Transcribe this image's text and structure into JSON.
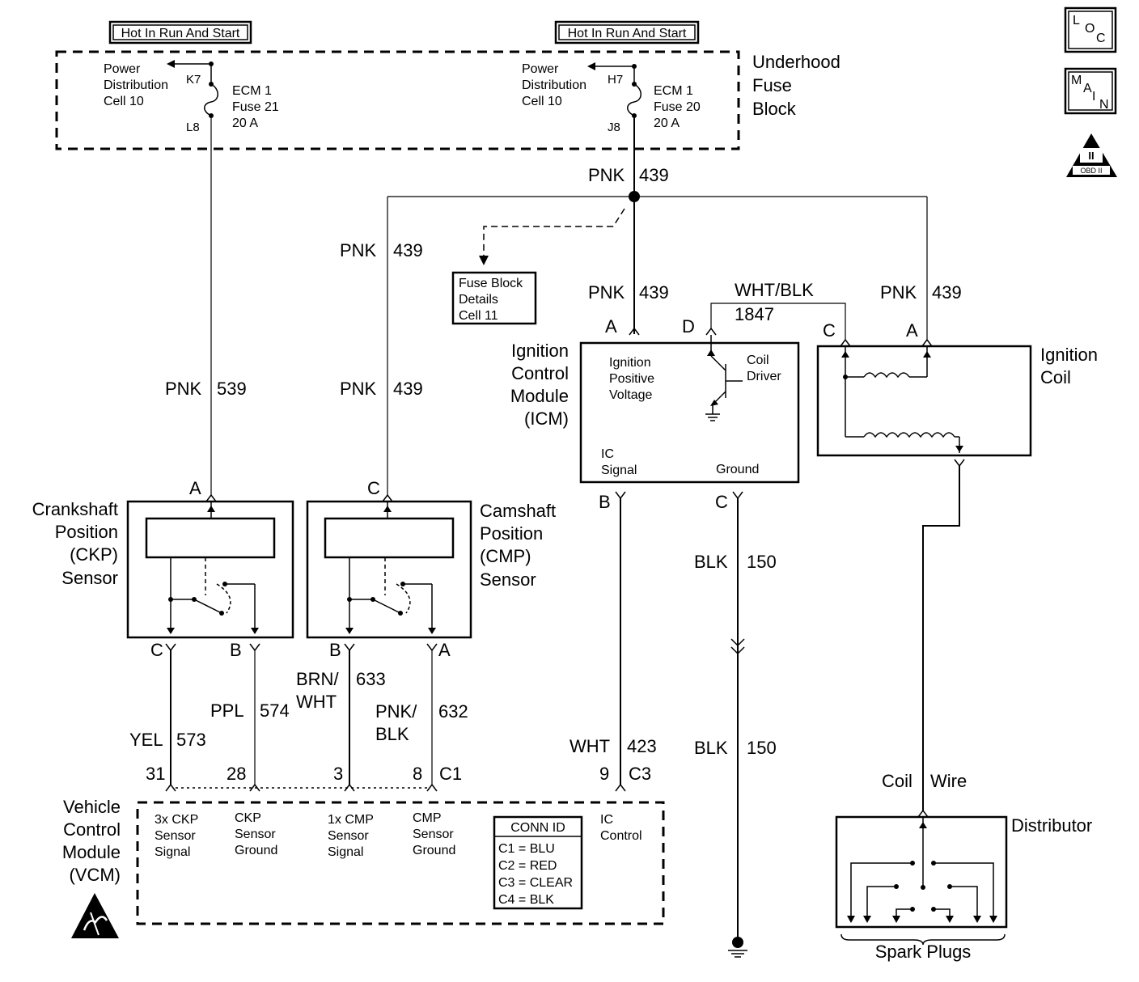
{
  "supply": {
    "left_tag": "Hot In Run And Start",
    "right_tag": "Hot In Run And Start",
    "block_title": [
      "Underhood",
      "Fuse",
      "Block"
    ],
    "left_ref": [
      "Power",
      "Distribution",
      "Cell 10"
    ],
    "right_ref": [
      "Power",
      "Distribution",
      "Cell 10"
    ],
    "left_fuse": [
      "ECM 1",
      "Fuse 21",
      "20 A"
    ],
    "right_fuse": [
      "ECM 1",
      "Fuse 20",
      "20 A"
    ],
    "left_pins": {
      "top": "K7",
      "bottom": "L8"
    },
    "right_pins": {
      "top": "H7",
      "bottom": "J8"
    }
  },
  "badges": {
    "loc": [
      "L",
      "O",
      "C"
    ],
    "main": [
      "M",
      "A",
      "I",
      "N"
    ],
    "obd": {
      "roman": "II",
      "label": "OBD II"
    }
  },
  "wires": {
    "pnk539": [
      "PNK",
      "539"
    ],
    "pnk439_main": [
      "PNK",
      "439"
    ],
    "pnk439_left": [
      "PNK",
      "439"
    ],
    "pnk439_left_low": [
      "PNK",
      "439"
    ],
    "pnk439_center": [
      "PNK",
      "439"
    ],
    "pnk439_right": [
      "PNK",
      "439"
    ],
    "wht_blk": [
      "WHT/BLK",
      "1847"
    ],
    "yel573": [
      "YEL",
      "573"
    ],
    "ppl574": [
      "PPL",
      "574"
    ],
    "brn_wht633": [
      "BRN/",
      "WHT",
      "633"
    ],
    "pnk_blk632": [
      "PNK/",
      "BLK",
      "632"
    ],
    "wht423": [
      "WHT",
      "423"
    ],
    "blk150_upper": [
      "BLK",
      "150"
    ],
    "blk150_lower": [
      "BLK",
      "150"
    ],
    "coil_wire": [
      "Coil",
      "Wire"
    ]
  },
  "fuse_details": [
    "Fuse Block",
    "Details",
    "Cell 11"
  ],
  "icm": {
    "title": [
      "Ignition",
      "Control",
      "Module",
      "(ICM)"
    ],
    "pos_voltage": [
      "Ignition",
      "Positive",
      "Voltage"
    ],
    "coil_driver": [
      "Coil",
      "Driver"
    ],
    "ic_signal": [
      "IC",
      "Signal"
    ],
    "ground": "Ground",
    "pins": {
      "a": "A",
      "d": "D",
      "b": "B",
      "c": "C"
    }
  },
  "coil": {
    "title": [
      "Ignition",
      "Coil"
    ],
    "pins": {
      "c": "C",
      "a": "A"
    }
  },
  "ckp": {
    "title": [
      "Crankshaft",
      "Position",
      "(CKP)",
      "Sensor"
    ],
    "pins": {
      "a": "A",
      "c": "C",
      "b": "B"
    }
  },
  "cmp": {
    "title": [
      "Camshaft",
      "Position",
      "(CMP)",
      "Sensor"
    ],
    "pins": {
      "c": "C",
      "b": "B",
      "a": "A"
    }
  },
  "vcm": {
    "title": [
      "Vehicle",
      "Control",
      "Module",
      "(VCM)"
    ],
    "terminals": {
      "t31": "31",
      "t28": "28",
      "t3": "3",
      "t8": "8",
      "c1": "C1",
      "t9": "9",
      "c3": "C3"
    },
    "labels": {
      "ckp3x": [
        "3x CKP",
        "Sensor",
        "Signal"
      ],
      "ckp_gnd": [
        "CKP",
        "Sensor",
        "Ground"
      ],
      "cmp1x": [
        "1x CMP",
        "Sensor",
        "Signal"
      ],
      "cmp_gnd": [
        "CMP",
        "Sensor",
        "Ground"
      ],
      "ic_ctrl": [
        "IC",
        "Control"
      ]
    },
    "conn_id": {
      "title": "CONN ID",
      "rows": [
        "C1 = BLU",
        "C2 = RED",
        "C3 = CLEAR",
        "C4 = BLK"
      ]
    }
  },
  "distributor": {
    "title": "Distributor",
    "spark": "Spark Plugs"
  }
}
